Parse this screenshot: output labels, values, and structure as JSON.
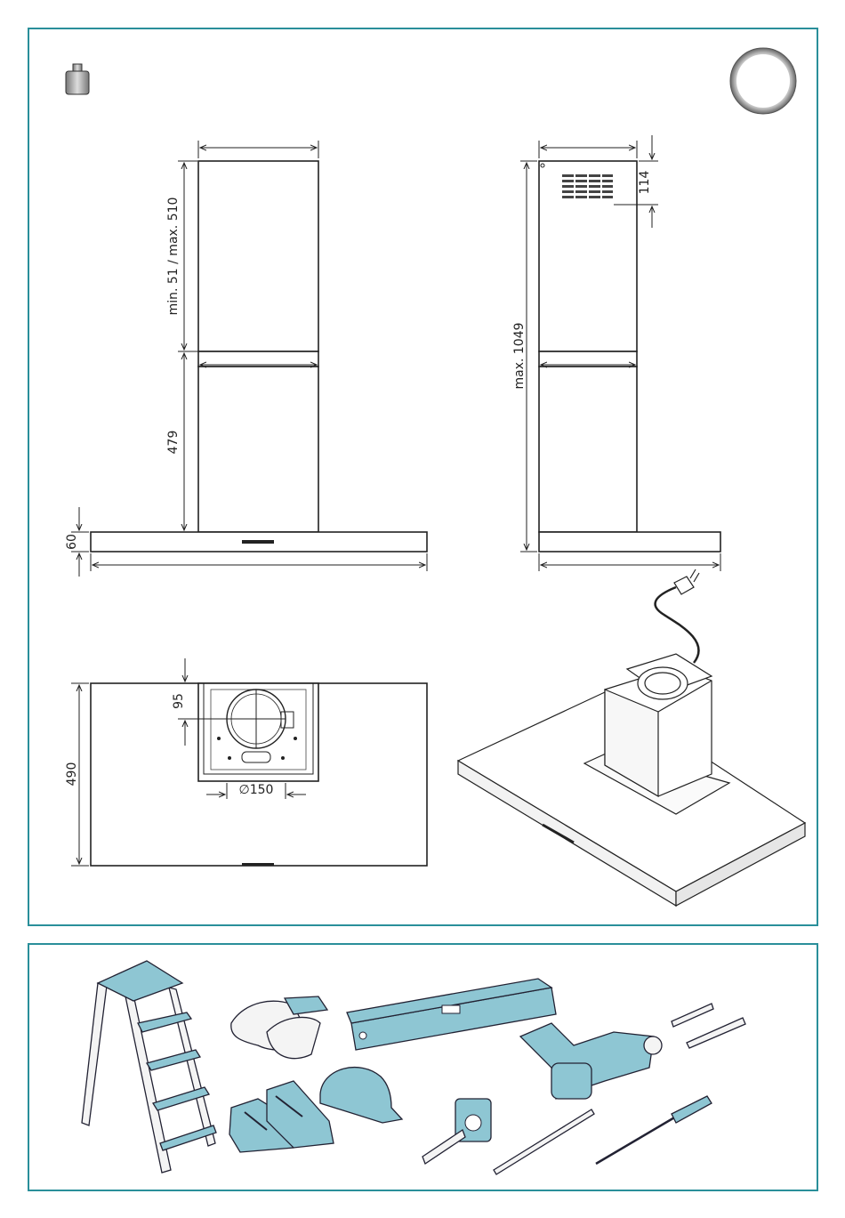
{
  "dimensions": {
    "front_chimney_height": "min. 51 / max. 510",
    "front_lower_height": "479",
    "canopy_height": "60",
    "side_total_height": "max. 1049",
    "side_vent_offset": "114",
    "top_outlet_offset": "95",
    "top_depth": "490",
    "duct_diameter": "∅150"
  },
  "icons": {
    "weight": "weight-icon",
    "circle_badge": "circle-badge-icon",
    "tools": [
      "ladder-icon",
      "gloves-icon",
      "spirit-level-icon",
      "drill-icon",
      "drill-bits-icon",
      "safety-shoes-icon",
      "hard-hat-icon",
      "tape-measure-icon",
      "pencil-icon",
      "screwdriver-icon"
    ]
  },
  "colors": {
    "frame": "#2a8f9a",
    "tool_fill": "#8ec6d3",
    "line": "#222222"
  }
}
